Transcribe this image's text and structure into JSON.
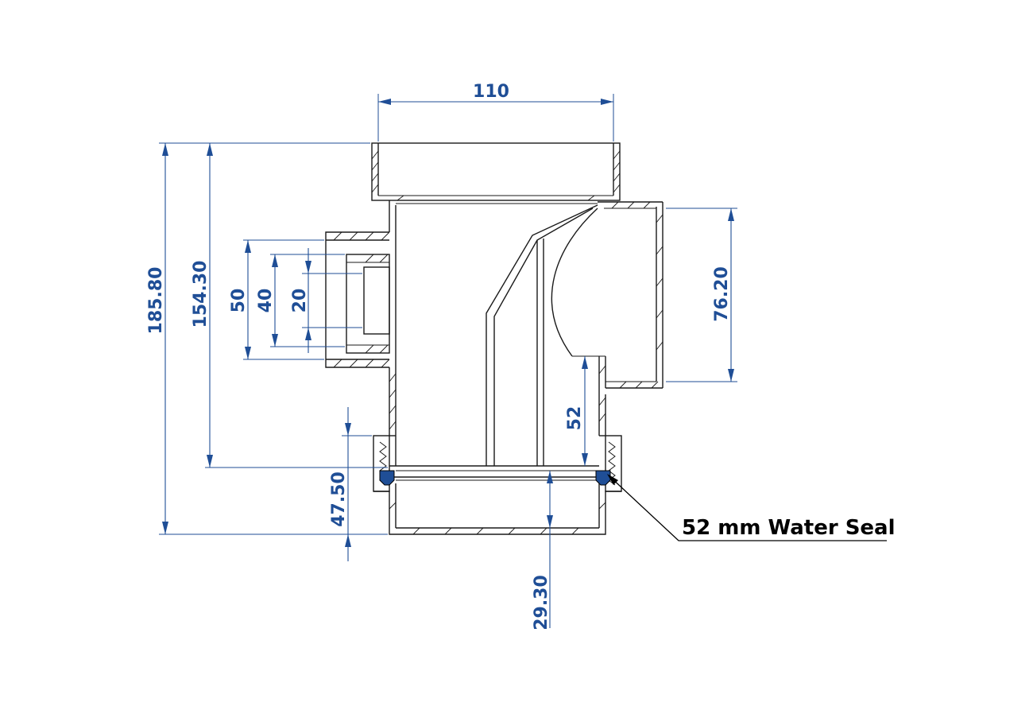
{
  "dimensions": {
    "top_width": "110",
    "overall_height": "185.80",
    "inner_height": "154.30",
    "inlet_outer": "50",
    "inlet_mid": "40",
    "inlet_inner": "20",
    "outlet_height": "76.20",
    "seal_depth": "52",
    "base_height": "47.50",
    "bottom_depth": "29.30"
  },
  "callout": {
    "text": "52 mm Water Seal"
  },
  "colors": {
    "dimension": "#1f4e96",
    "outline": "#1a1a1a",
    "seal": "#1f4e96"
  }
}
